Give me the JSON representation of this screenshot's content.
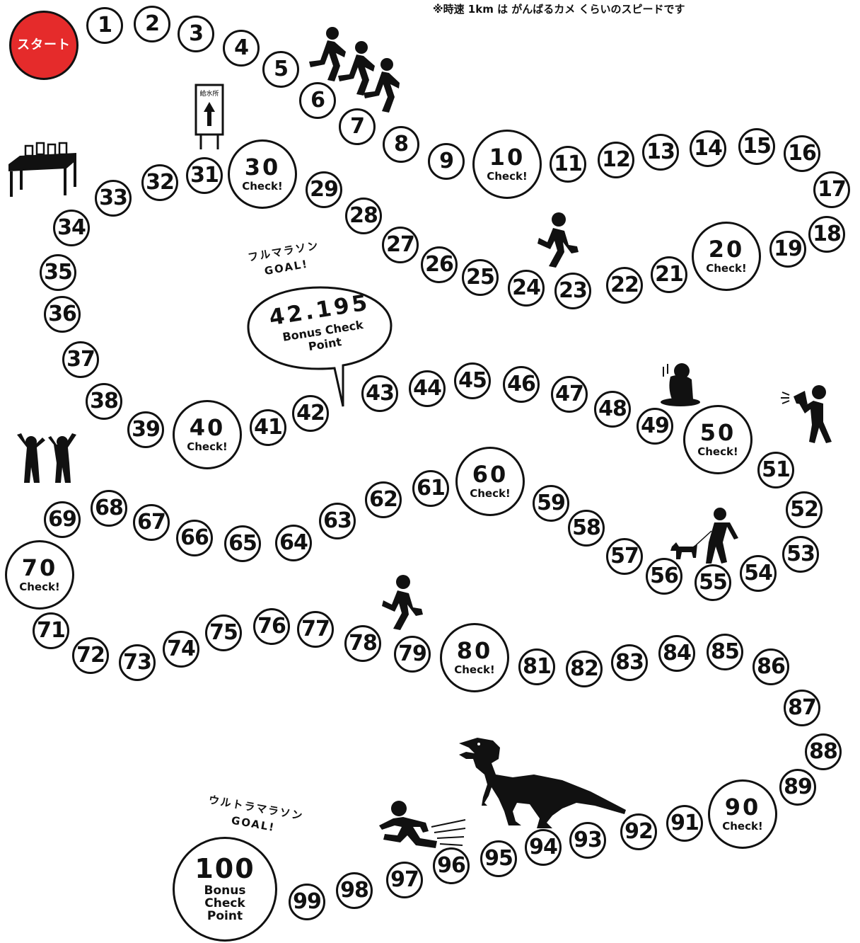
{
  "header": {
    "note": "※時速 1km は がんばるカメ くらいのスピードです"
  },
  "start_label": "スタート",
  "check_label": "Check!",
  "bonus_labels": [
    "Bonus",
    "Check",
    "Point"
  ],
  "full_goal": {
    "line1": "フルマラソン",
    "line2": "GOAL!",
    "distance": "42.195",
    "label_a": "Bonus Check",
    "label_b": "Point"
  },
  "ultra_goal": {
    "line1": "ウルトラマラソン",
    "line2": "GOAL!"
  },
  "water_sign": "給水所",
  "colors": {
    "start_fill": "#e52b2b",
    "ink": "#111111",
    "background": "#ffffff"
  },
  "squares": [
    {
      "label": "スタート",
      "type": "start"
    },
    {
      "label": "1"
    },
    {
      "label": "2"
    },
    {
      "label": "3"
    },
    {
      "label": "4"
    },
    {
      "label": "5"
    },
    {
      "label": "6"
    },
    {
      "label": "7"
    },
    {
      "label": "8"
    },
    {
      "label": "9"
    },
    {
      "label": "10",
      "type": "check"
    },
    {
      "label": "11"
    },
    {
      "label": "12"
    },
    {
      "label": "13"
    },
    {
      "label": "14"
    },
    {
      "label": "15"
    },
    {
      "label": "16"
    },
    {
      "label": "17"
    },
    {
      "label": "18"
    },
    {
      "label": "19"
    },
    {
      "label": "20",
      "type": "check"
    },
    {
      "label": "21"
    },
    {
      "label": "22"
    },
    {
      "label": "23"
    },
    {
      "label": "24"
    },
    {
      "label": "25"
    },
    {
      "label": "26"
    },
    {
      "label": "27"
    },
    {
      "label": "28"
    },
    {
      "label": "29"
    },
    {
      "label": "30",
      "type": "check"
    },
    {
      "label": "31"
    },
    {
      "label": "32"
    },
    {
      "label": "33"
    },
    {
      "label": "34"
    },
    {
      "label": "35"
    },
    {
      "label": "36"
    },
    {
      "label": "37"
    },
    {
      "label": "38"
    },
    {
      "label": "39"
    },
    {
      "label": "40",
      "type": "check"
    },
    {
      "label": "41"
    },
    {
      "label": "42"
    },
    {
      "label": "43"
    },
    {
      "label": "44"
    },
    {
      "label": "45"
    },
    {
      "label": "46"
    },
    {
      "label": "47"
    },
    {
      "label": "48"
    },
    {
      "label": "49"
    },
    {
      "label": "50",
      "type": "check"
    },
    {
      "label": "51"
    },
    {
      "label": "52"
    },
    {
      "label": "53"
    },
    {
      "label": "54"
    },
    {
      "label": "55"
    },
    {
      "label": "56"
    },
    {
      "label": "57"
    },
    {
      "label": "58"
    },
    {
      "label": "59"
    },
    {
      "label": "60",
      "type": "check"
    },
    {
      "label": "61"
    },
    {
      "label": "62"
    },
    {
      "label": "63"
    },
    {
      "label": "64"
    },
    {
      "label": "65"
    },
    {
      "label": "66"
    },
    {
      "label": "67"
    },
    {
      "label": "68"
    },
    {
      "label": "69"
    },
    {
      "label": "70",
      "type": "check"
    },
    {
      "label": "71"
    },
    {
      "label": "72"
    },
    {
      "label": "73"
    },
    {
      "label": "74"
    },
    {
      "label": "75"
    },
    {
      "label": "76"
    },
    {
      "label": "77"
    },
    {
      "label": "78"
    },
    {
      "label": "79"
    },
    {
      "label": "80",
      "type": "check"
    },
    {
      "label": "81"
    },
    {
      "label": "82"
    },
    {
      "label": "83"
    },
    {
      "label": "84"
    },
    {
      "label": "85"
    },
    {
      "label": "86"
    },
    {
      "label": "87"
    },
    {
      "label": "88"
    },
    {
      "label": "89"
    },
    {
      "label": "90",
      "type": "check"
    },
    {
      "label": "91"
    },
    {
      "label": "92"
    },
    {
      "label": "93"
    },
    {
      "label": "94"
    },
    {
      "label": "95"
    },
    {
      "label": "96"
    },
    {
      "label": "97"
    },
    {
      "label": "98"
    },
    {
      "label": "99"
    },
    {
      "label": "100",
      "type": "bonus"
    }
  ],
  "icons": [
    "runners-group-icon",
    "water-sign-icon",
    "water-table-icon",
    "runner-icon",
    "crouching-person-icon",
    "cheering-person-icon",
    "dog-walker-icon",
    "celebrating-people-icon",
    "runner-icon",
    "dinosaur-icon",
    "sprinting-runner-icon"
  ]
}
